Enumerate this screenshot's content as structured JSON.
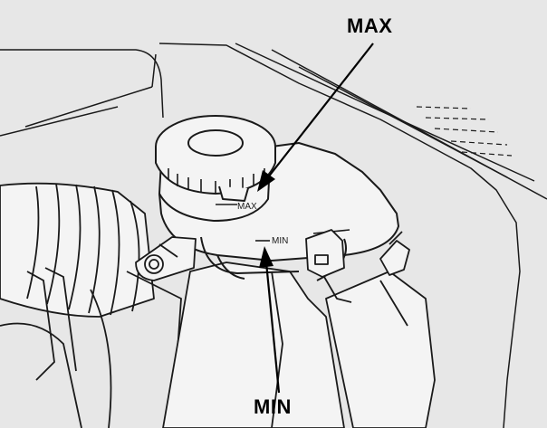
{
  "labels": {
    "max_callout": "MAX",
    "min_callout": "MIN",
    "max_mark": "MAX",
    "min_mark": "MIN"
  },
  "colors": {
    "background": "#e7e7e7",
    "line": "#1a1a1a",
    "part_fill": "#f4f4f4"
  }
}
